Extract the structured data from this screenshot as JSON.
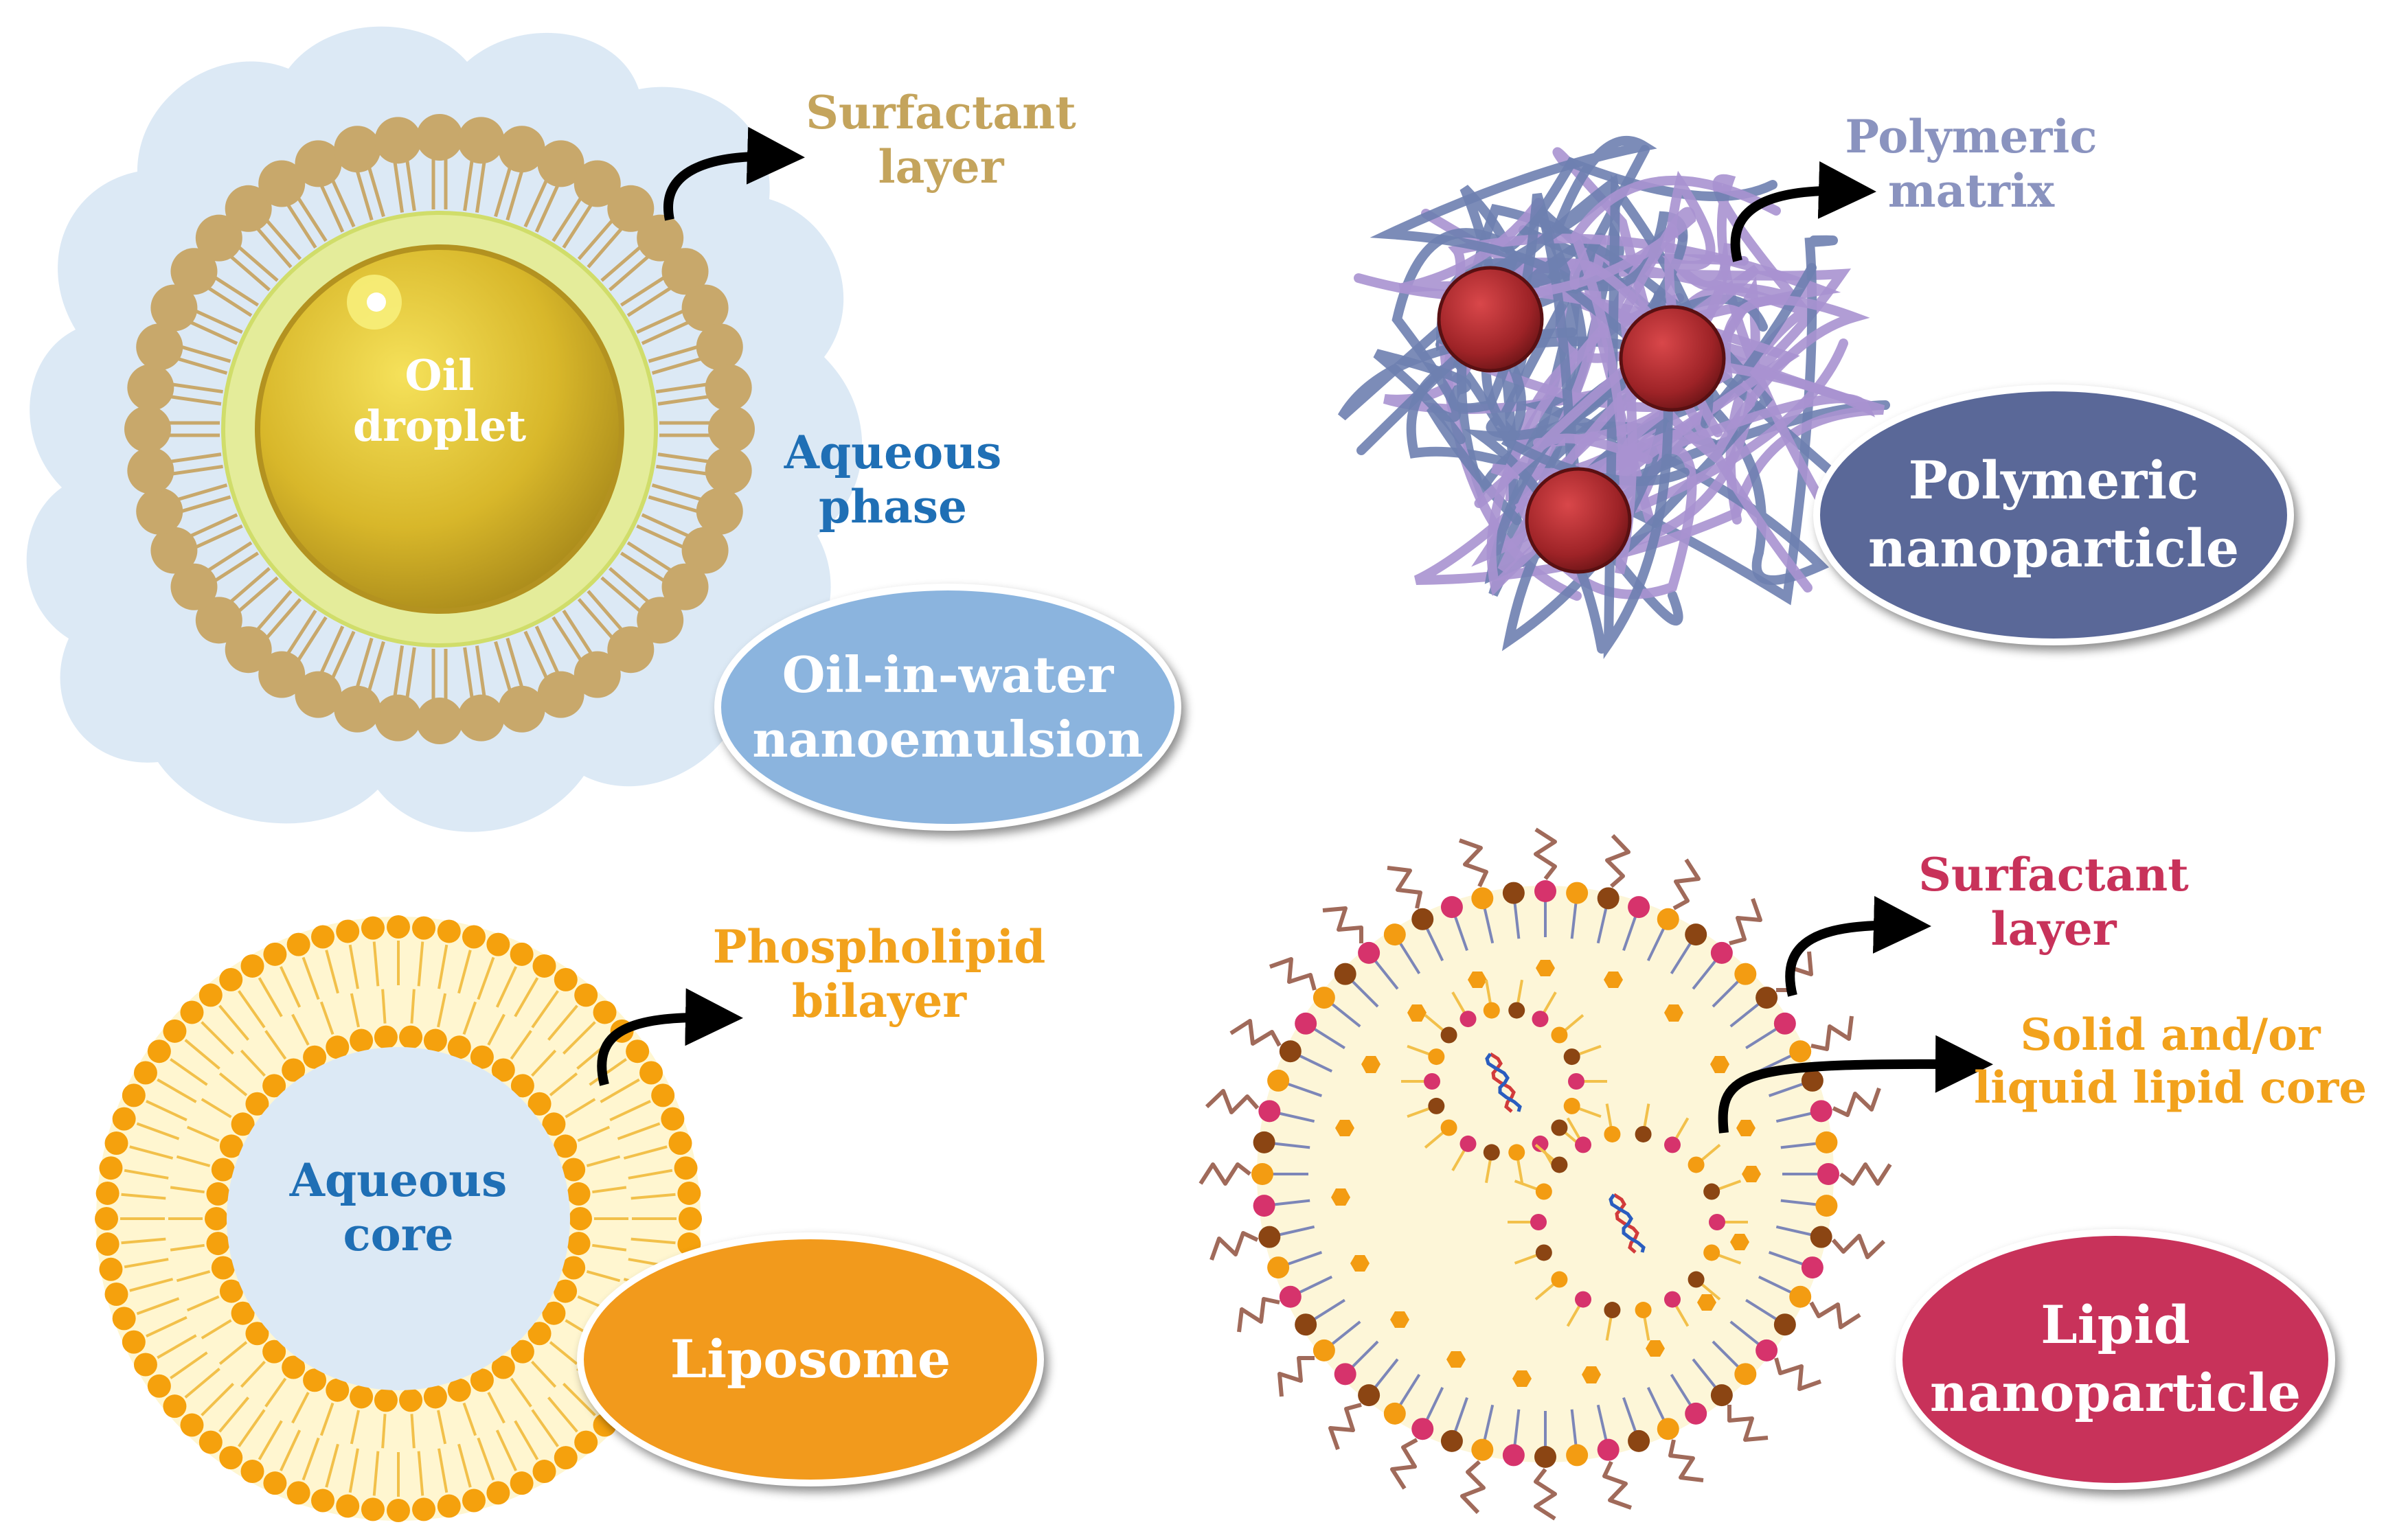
{
  "nanoemulsion": {
    "droplet": [
      "Oil",
      "droplet"
    ],
    "surfactant": [
      "Surfactant",
      "layer"
    ],
    "aqueous": [
      "Aqueous",
      "phase"
    ],
    "title": [
      "Oil-in-water",
      "nanoemulsion"
    ],
    "colors": {
      "cloud": "#dce9f5",
      "head": "#c8a86b",
      "droplet": "#d6b52a",
      "title_bg": "#8bb4de",
      "surfactant_text": "#c4a45c",
      "aqueous_text": "#1f6fb5"
    }
  },
  "polymeric": {
    "matrix": [
      "Polymeric",
      "matrix"
    ],
    "title": [
      "Polymeric",
      "nanoparticle"
    ],
    "colors": {
      "strand_a": "#6e7fb0",
      "strand_b": "#a892d0",
      "bead": "#9e2327",
      "title_bg": "#5a6898",
      "matrix_text": "#8a93bf"
    }
  },
  "liposome": {
    "core": [
      "Aqueous",
      "core"
    ],
    "bilayer": [
      "Phospholipid",
      "bilayer"
    ],
    "title": [
      "Liposome"
    ],
    "colors": {
      "head": "#f5a10d",
      "core": "#dce9f5",
      "title_bg": "#f29a1c",
      "bilayer_text": "#f2a21c",
      "core_text": "#1f6fb5"
    }
  },
  "lipid": {
    "surfactant": [
      "Surfactant",
      "layer"
    ],
    "core": [
      "Solid and/or",
      "liquid lipid core"
    ],
    "title": [
      "Lipid",
      "nanoparticle"
    ],
    "colors": {
      "head_pink": "#d6336c",
      "head_orange": "#f39c12",
      "head_brown": "#8b4513",
      "tail_brown": "#a06a5a",
      "core": "#fdf6d8",
      "title_bg": "#c8325a",
      "surfactant_text": "#c8325a",
      "core_text": "#f2a21c"
    }
  }
}
